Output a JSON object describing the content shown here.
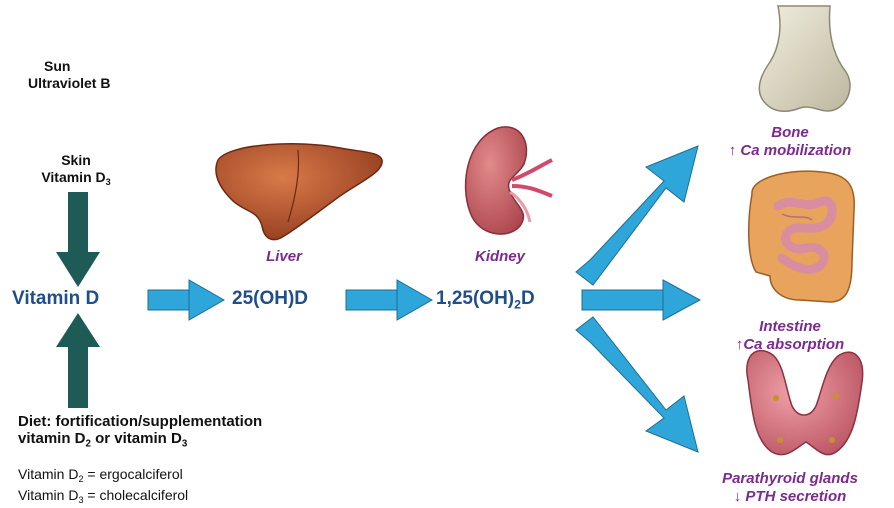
{
  "colors": {
    "arrow_blue": "#2fa6d9",
    "arrow_dark_green": "#1f5b56",
    "text_blue": "#1f4e8a",
    "label_purple": "#7b2b8e"
  },
  "sun": {
    "line1": "Sun",
    "line2": "Ultraviolet B"
  },
  "skin": {
    "line1": "Skin",
    "line2_base": "Vitamin D",
    "line2_sub": "3"
  },
  "main_flow": {
    "vitamin_d": "Vitamin D",
    "calcidiol": "25(OH)D",
    "calcitriol_base": "1,25(OH)",
    "calcitriol_sub": "2",
    "calcitriol_tail": "D"
  },
  "organs": {
    "liver": "Liver",
    "kidney": "Kidney",
    "bone": {
      "name": "Bone",
      "effect": "↑ Ca mobilization"
    },
    "intestine": {
      "name": "Intestine",
      "effect": "↑Ca absorption"
    },
    "parathyroid": {
      "name": "Parathyroid glands",
      "effect": "↓ PTH secretion"
    }
  },
  "diet": {
    "line1": "Diet: fortification/supplementation",
    "line2_a": "vitamin D",
    "line2_sub_a": "2",
    "line2_mid": " or vitamin D",
    "line2_sub_b": "3"
  },
  "definitions": {
    "d2_base": "Vitamin D",
    "d2_sub": "2",
    "d2_rest": " = ergocalciferol",
    "d3_base": "Vitamin D",
    "d3_sub": "3",
    "d3_rest": " = cholecalciferol"
  }
}
